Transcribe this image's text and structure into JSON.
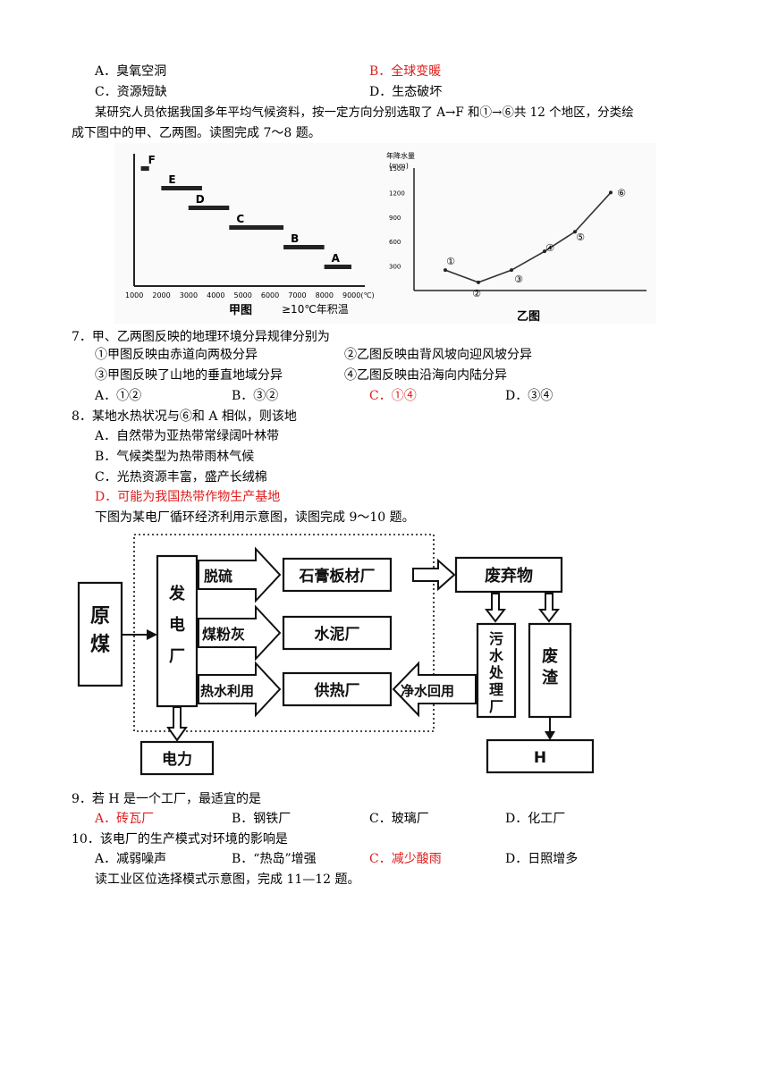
{
  "q6_options": {
    "a": "A．臭氧空洞",
    "b": "B．全球变暖",
    "c": "C．资源短缺",
    "d": "D．生态破坏"
  },
  "intro_78": {
    "line1": "某研究人员依据我国多年平均气候资料，按一定方向分别选取了 A→F 和①→⑥共 12 个地区，分类绘",
    "line2": "成下图中的甲、乙两图。读图完成 7～8 题。"
  },
  "chart_data": [
    {
      "type": "bar",
      "title": "甲图",
      "xlabel": "≥10℃年积温",
      "x_ticks": [
        "1000",
        "2000",
        "3000",
        "4000",
        "5000",
        "6000",
        "7000",
        "8000",
        "9000(℃)"
      ],
      "xlim": [
        1000,
        9000
      ],
      "bars": [
        {
          "label": "F",
          "x0": 1250,
          "x1": 1550,
          "level": 6
        },
        {
          "label": "E",
          "x0": 2000,
          "x1": 3500,
          "level": 5
        },
        {
          "label": "D",
          "x0": 3000,
          "x1": 4500,
          "level": 4
        },
        {
          "label": "C",
          "x0": 4500,
          "x1": 6500,
          "level": 3
        },
        {
          "label": "B",
          "x0": 6500,
          "x1": 8000,
          "level": 2
        },
        {
          "label": "A",
          "x0": 8000,
          "x1": 9000,
          "level": 1
        }
      ]
    },
    {
      "type": "line",
      "title": "乙图",
      "ylabel_line1": "年降水量",
      "ylabel_line2": "(mm)",
      "y_ticks": [
        "300",
        "600",
        "900",
        "1200",
        "1500"
      ],
      "ylim": [
        0,
        1500
      ],
      "points": [
        {
          "label": "①",
          "y": 250
        },
        {
          "label": "②",
          "y": 100
        },
        {
          "label": "③",
          "y": 250
        },
        {
          "label": "④",
          "y": 480
        },
        {
          "label": "⑤",
          "y": 720
        },
        {
          "label": "⑥",
          "y": 1200
        }
      ]
    }
  ],
  "q7": {
    "stem": "7．甲、乙两图反映的地理环境分异规律分别为",
    "s1": "①甲图反映由赤道向两极分异",
    "s2": "②乙图反映由背风坡向迎风坡分异",
    "s3": "③甲图反映了山地的垂直地域分异",
    "s4": "④乙图反映由沿海向内陆分异",
    "a": "A．①②",
    "b": "B．③②",
    "c": "C．①④",
    "d": "D．③④"
  },
  "q8": {
    "stem": "8．某地水热状况与⑥和 A 相似，则该地",
    "a": "A．自然带为亚热带常绿阔叶林带",
    "b": "B．气候类型为热带雨林气候",
    "c": "C．光热资源丰富，盛产长绒棉",
    "d": "D．可能为我国热带作物生产基地"
  },
  "intro_910": "下图为某电厂循环经济利用示意图，读图完成 9～10 题。",
  "diagram": {
    "raw_coal": [
      "原",
      "煤"
    ],
    "plant": [
      "发",
      "电",
      "厂"
    ],
    "desulfur": "脱硫",
    "gypsum": "石膏板材厂",
    "flyash": "煤粉灰",
    "cement": "水泥厂",
    "hotwater": "热水利用",
    "heating": "供热厂",
    "waste": "废弃物",
    "sewage": [
      "污",
      "水",
      "处",
      "理",
      "厂"
    ],
    "slag": [
      "废",
      "渣"
    ],
    "water_return": "净水回用",
    "power": "电力",
    "h": "H"
  },
  "q9": {
    "stem": "9．若 H 是一个工厂，最适宜的是",
    "a": "A．砖瓦厂",
    "b": "B．钢铁厂",
    "c": "C．玻璃厂",
    "d": "D．化工厂"
  },
  "q10": {
    "stem": "10．该电厂的生产模式对环境的影响是",
    "a": "A．减弱噪声",
    "b": "B．“热岛”增强",
    "c": "C．减少酸雨",
    "d": "D．日照增多"
  },
  "intro_1112": "读工业区位选择模式示意图，完成 11—12 题。"
}
